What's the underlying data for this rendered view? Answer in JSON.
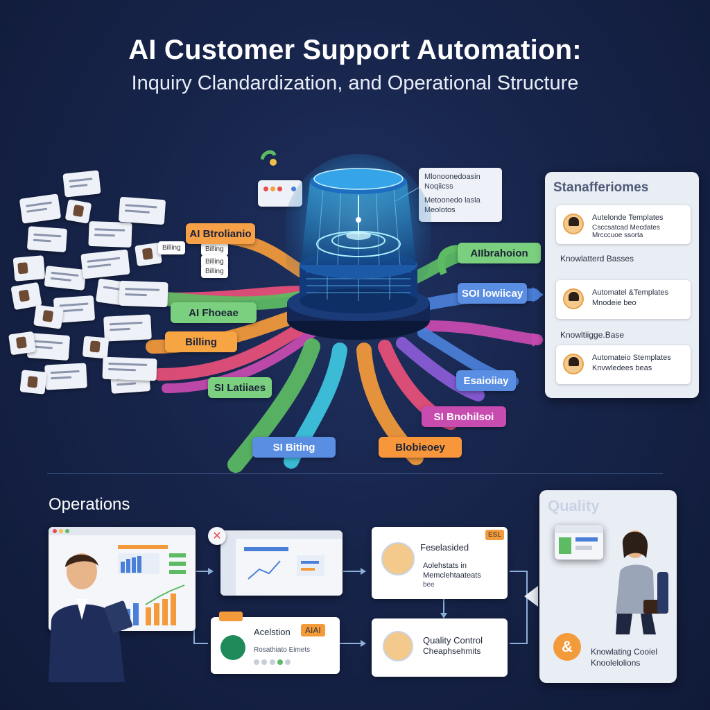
{
  "header": {
    "title": "AI Customer Support Automation:",
    "subtitle": "Inquiry Clandardization, and Operational Structure"
  },
  "colors": {
    "background": "#17244a",
    "orange": "#f39a3a",
    "pink": "#e8507a",
    "green": "#5dbb63",
    "blue": "#4a7fd8",
    "purple": "#8b5bd6",
    "cyan": "#3ec6e0",
    "magenta": "#c84bb0"
  },
  "tickets": {
    "labels": [
      "Billing",
      "Billing",
      "Billing",
      "Billing"
    ]
  },
  "categories_left": [
    {
      "label": "AI Btrolianio"
    },
    {
      "label": "AI Fhoeae"
    },
    {
      "label": "Billing"
    },
    {
      "label": "SI Latiiaes"
    }
  ],
  "categories_right": [
    {
      "label": "AIIbrahoion"
    },
    {
      "label": "SOI lowiicay"
    },
    {
      "label": "Esaioiiay"
    },
    {
      "label": "SI Bnohilsoi"
    },
    {
      "label": "Blobieoey"
    }
  ],
  "categories_bottom": [
    {
      "label": "SI Biting"
    }
  ],
  "device_callouts": {
    "top_right": {
      "line1": "Mlonoonedoasin",
      "line2": "Noqiicss",
      "line3": "Metoonedo lasla",
      "line4": "Meolotos"
    }
  },
  "standardization": {
    "title": "Stanafferiomes",
    "cards": [
      {
        "line1": "Autelonde Templates",
        "line2": "Csccsatcad Mecdates",
        "line3": "Mrcccuoe ssorta"
      },
      {
        "line1": "Automatel &Templates",
        "line2": "Mnodeie beo"
      },
      {
        "line1": "Automateio Stemplates",
        "line2": "Knvwledees beas"
      }
    ],
    "subheads": [
      "Knowlatterd Basses",
      "Knowltiigge.Base"
    ]
  },
  "operations": {
    "title": "Operations",
    "center_card_top": {
      "title": "Feselasided",
      "badge": "ESL",
      "line1": "Aolehstats in",
      "line2": "Memclehtaateats",
      "line3": "bee"
    },
    "left_card_bottom": {
      "title": "Acelstion",
      "badge": "AIAI",
      "line1": "Rosathiato Eimets"
    },
    "center_card_bottom": {
      "line1": "Quality Control",
      "line2": "Cheaphsehmits"
    }
  },
  "quality": {
    "title": "Quality",
    "line1": "Knowlating Cooiel",
    "line2": "Knoolelolions"
  }
}
